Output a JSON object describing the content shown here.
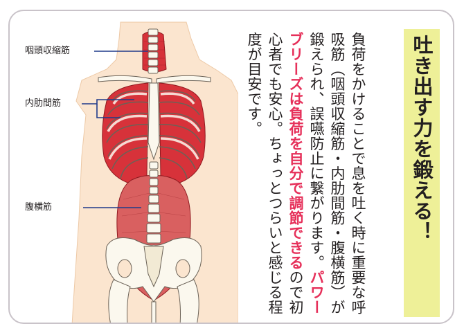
{
  "labels": {
    "pharynx": "咽頭収縮筋",
    "intercostal": "内肋間筋",
    "transverse": "腹横筋"
  },
  "title": "吐き出す力を鍛える！",
  "text": {
    "p1": "負荷をかけることで息を吐く時に重要な呼吸筋（咽頭収縮筋・内肋間筋・腹横筋）が鍛えられ、誤嚥防止に繋がります。",
    "highlight": "パワーブリーズは負荷を自分で調節できる",
    "p2": "ので初心者でも安心。ちょっとつらいと感じる程度が目安です。"
  },
  "colors": {
    "title_bg": "#eef098",
    "highlight": "#e6305a",
    "muscle": "#d7323a",
    "skin": "#fbe5cf",
    "bone": "#fbf8ee",
    "label_line": "#1f3a8a"
  }
}
